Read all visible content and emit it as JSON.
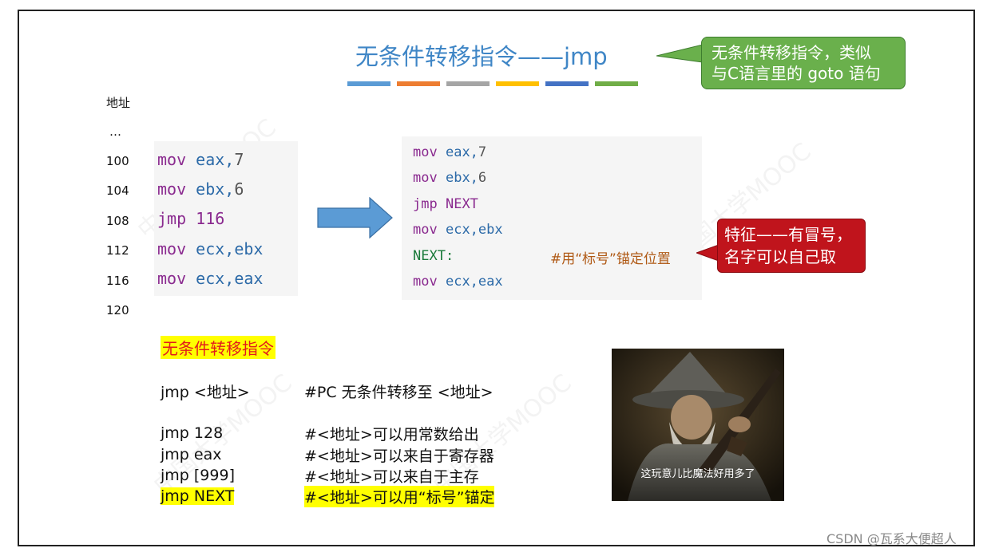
{
  "slide": {
    "title": "无条件转移指令——jmp",
    "title_bar_colors": [
      "#5b9bd5",
      "#ed7d31",
      "#a5a5a5",
      "#ffc000",
      "#4472c4",
      "#70ad47"
    ],
    "callout_green": [
      "无条件转移指令，类似",
      "与C语言里的 goto 语句"
    ],
    "address_header": "地址",
    "ellipsis": "…",
    "addresses": [
      "100",
      "104",
      "108",
      "112",
      "116",
      "120"
    ],
    "left_code": [
      {
        "op": "mov",
        "args": "eax,",
        "val": "7"
      },
      {
        "op": "mov",
        "args": "ebx,",
        "val": "6"
      },
      {
        "op": "jmp",
        "args": "",
        "val": "116"
      },
      {
        "op": "mov",
        "args": "ecx,ebx",
        "val": ""
      },
      {
        "op": "mov",
        "args": "ecx,eax",
        "val": ""
      }
    ],
    "right_code": [
      {
        "op": "mov",
        "args": "eax,",
        "val": "7"
      },
      {
        "op": "mov",
        "args": "ebx,",
        "val": "6"
      },
      {
        "op": "jmp",
        "args": "NEXT",
        "val": ""
      },
      {
        "op": "mov",
        "args": "ecx,ebx",
        "val": ""
      },
      {
        "label": "NEXT:",
        "comment": "#用“标号”锚定位置"
      },
      {
        "op": "mov",
        "args": "ecx,eax",
        "val": ""
      }
    ],
    "callout_red": [
      "特征——有冒号，",
      "名字可以自己取"
    ],
    "section_title": "无条件转移指令",
    "jmp_rows": [
      {
        "code": "jmp <地址>",
        "desc": "#PC 无条件转移至 <地址>"
      },
      {
        "code": "jmp 128",
        "desc": "#<地址>可以用常数给出"
      },
      {
        "code": "jmp eax",
        "desc": "#<地址>可以来自于寄存器"
      },
      {
        "code": "jmp [999]",
        "desc": "#<地址>可以来自于主存"
      },
      {
        "code": "jmp NEXT",
        "desc": "#<地址>可以用“标号”锚定"
      }
    ],
    "photo_caption": "这玩意儿比魔法好用多了",
    "footer": "CSDN @瓦系大便超人"
  },
  "colors": {
    "title": "#3f86c6",
    "callout_green": "#6ab04c",
    "callout_red": "#c0141c",
    "highlight": "#ffff00",
    "section_title": "#e21b1b",
    "arrow": "#5b9bd5"
  }
}
